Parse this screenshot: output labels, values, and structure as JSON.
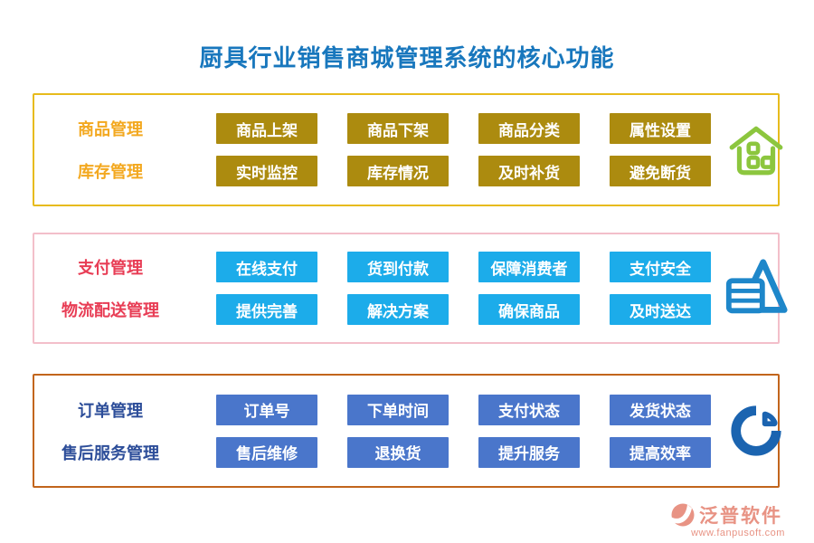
{
  "title": "厨具行业销售商城管理系统的核心功能",
  "colors": {
    "title_blue": "#1877bd",
    "section1_border": "#e7bb1c",
    "section1_label": "#f3a81f",
    "section1_button_bg": "#ac8b0f",
    "section1_icon_green": "#8cc63e",
    "section2_border": "#f3bfca",
    "section2_label": "#e83d55",
    "section2_button_bg": "#1cacea",
    "section2_icon_blue": "#1e87ca",
    "section3_border": "#c2651c",
    "section3_label": "#2c4d99",
    "section3_button_bg": "#4a76cb",
    "section3_icon_blue": "#1b64b0",
    "brand_salmon": "#e89384"
  },
  "sections": [
    {
      "icon": "house-icon",
      "rows": [
        {
          "label": "商品管理",
          "buttons": [
            "商品上架",
            "商品下架",
            "商品分类",
            "属性设置"
          ]
        },
        {
          "label": "库存管理",
          "buttons": [
            "实时监控",
            "库存情况",
            "及时补货",
            "避免断货"
          ]
        }
      ]
    },
    {
      "icon": "pyramid-list-icon",
      "rows": [
        {
          "label": "支付管理",
          "buttons": [
            "在线支付",
            "货到付款",
            "保障消费者",
            "支付安全"
          ]
        },
        {
          "label": "物流配送管理",
          "buttons": [
            "提供完善",
            "解决方案",
            "确保商品",
            "及时送达"
          ]
        }
      ]
    },
    {
      "icon": "pie-chart-icon",
      "rows": [
        {
          "label": "订单管理",
          "buttons": [
            "订单号",
            "下单时间",
            "支付状态",
            "发货状态"
          ]
        },
        {
          "label": "售后服务管理",
          "buttons": [
            "售后维修",
            "退换货",
            "提升服务",
            "提高效率"
          ]
        }
      ]
    }
  ],
  "watermark": {
    "text": "泛普软件"
  },
  "footer": {
    "brand": "泛普软件",
    "url": "www.fanpusoft.com"
  }
}
